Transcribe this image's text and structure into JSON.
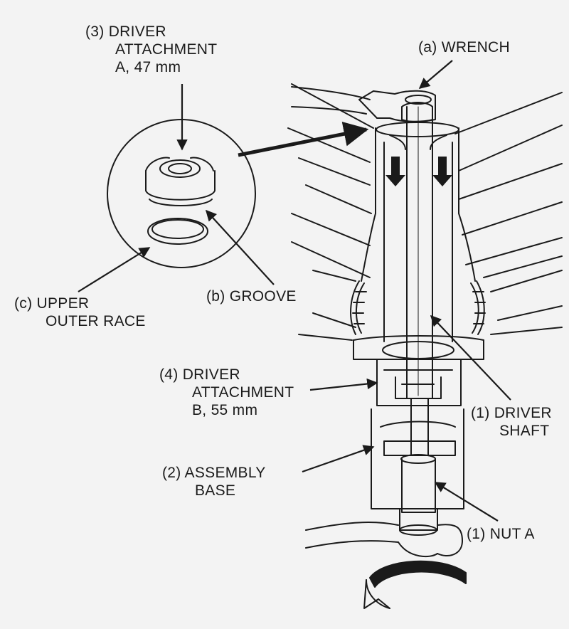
{
  "labels": {
    "driver_attachment_a": {
      "line1": "(3) DRIVER",
      "line2": "ATTACHMENT",
      "line3": "A, 47 mm"
    },
    "wrench": {
      "text": "(a) WRENCH"
    },
    "upper_outer_race": {
      "line1": "(c) UPPER",
      "line2": "OUTER RACE"
    },
    "groove": {
      "text": "(b) GROOVE"
    },
    "driver_attachment_b": {
      "line1": "(4) DRIVER",
      "line2": "ATTACHMENT",
      "line3": "B, 55 mm"
    },
    "driver_shaft": {
      "line1": "(1) DRIVER",
      "line2": "SHAFT"
    },
    "assembly_base": {
      "line1": "(2) ASSEMBLY",
      "line2": "BASE"
    },
    "nut_a": {
      "text": "(1) NUT A"
    }
  },
  "colors": {
    "ink": "#1a1a1a",
    "paper": "#f3f3f3"
  }
}
